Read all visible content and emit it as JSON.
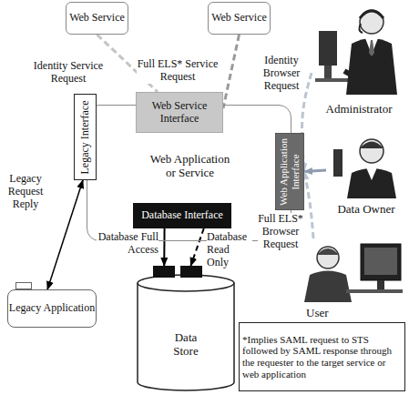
{
  "diagram": {
    "nodes": [
      {
        "text": [
          "Web Service"
        ]
      },
      {
        "text": [
          "Web Service"
        ]
      },
      {
        "text": [
          "Web Application or Service"
        ]
      },
      {
        "text": [
          "Web Service Interface"
        ],
        "in": 2
      },
      {
        "text": [
          "Legacy Interface"
        ],
        "in": 2
      },
      {
        "text": [
          "Web Application Interface"
        ],
        "in": 2
      },
      {
        "text": [
          "Database Interface"
        ],
        "in": 2
      },
      {
        "text": [
          "Legacy Application"
        ]
      },
      {
        "text": [
          "Data Store"
        ]
      },
      {
        "text": [
          "Administrator"
        ]
      },
      {
        "text": [
          "Data Owner"
        ]
      },
      {
        "text": [
          "User"
        ]
      },
      {
        "text": [
          "*Implies SAML request to STS followed by SAML response through the requester to the target service or web application"
        ]
      }
    ],
    "edges": [
      {
        "from": 0,
        "to": 3,
        "arrow": "none",
        "label": "Identity Service Request"
      },
      {
        "from": 1,
        "to": 3,
        "arrow": "none",
        "label": "Full ELS* Service Request"
      },
      {
        "from": 9,
        "to": 5,
        "arrow": "to",
        "label": "Identity Browser Request"
      },
      {
        "from": 10,
        "to": 5,
        "arrow": "to"
      },
      {
        "from": 11,
        "to": 5,
        "arrow": "to",
        "label": "Full ELS* Browser Request"
      },
      {
        "from": 4,
        "to": 7,
        "arrow": "both",
        "label": "Legacy Request Reply"
      },
      {
        "from": 6,
        "to": 8,
        "arrow": "to",
        "label": "Database Full Access"
      },
      {
        "from": 6,
        "to": 8,
        "arrow": "to",
        "label": "Database Read Only"
      }
    ]
  }
}
